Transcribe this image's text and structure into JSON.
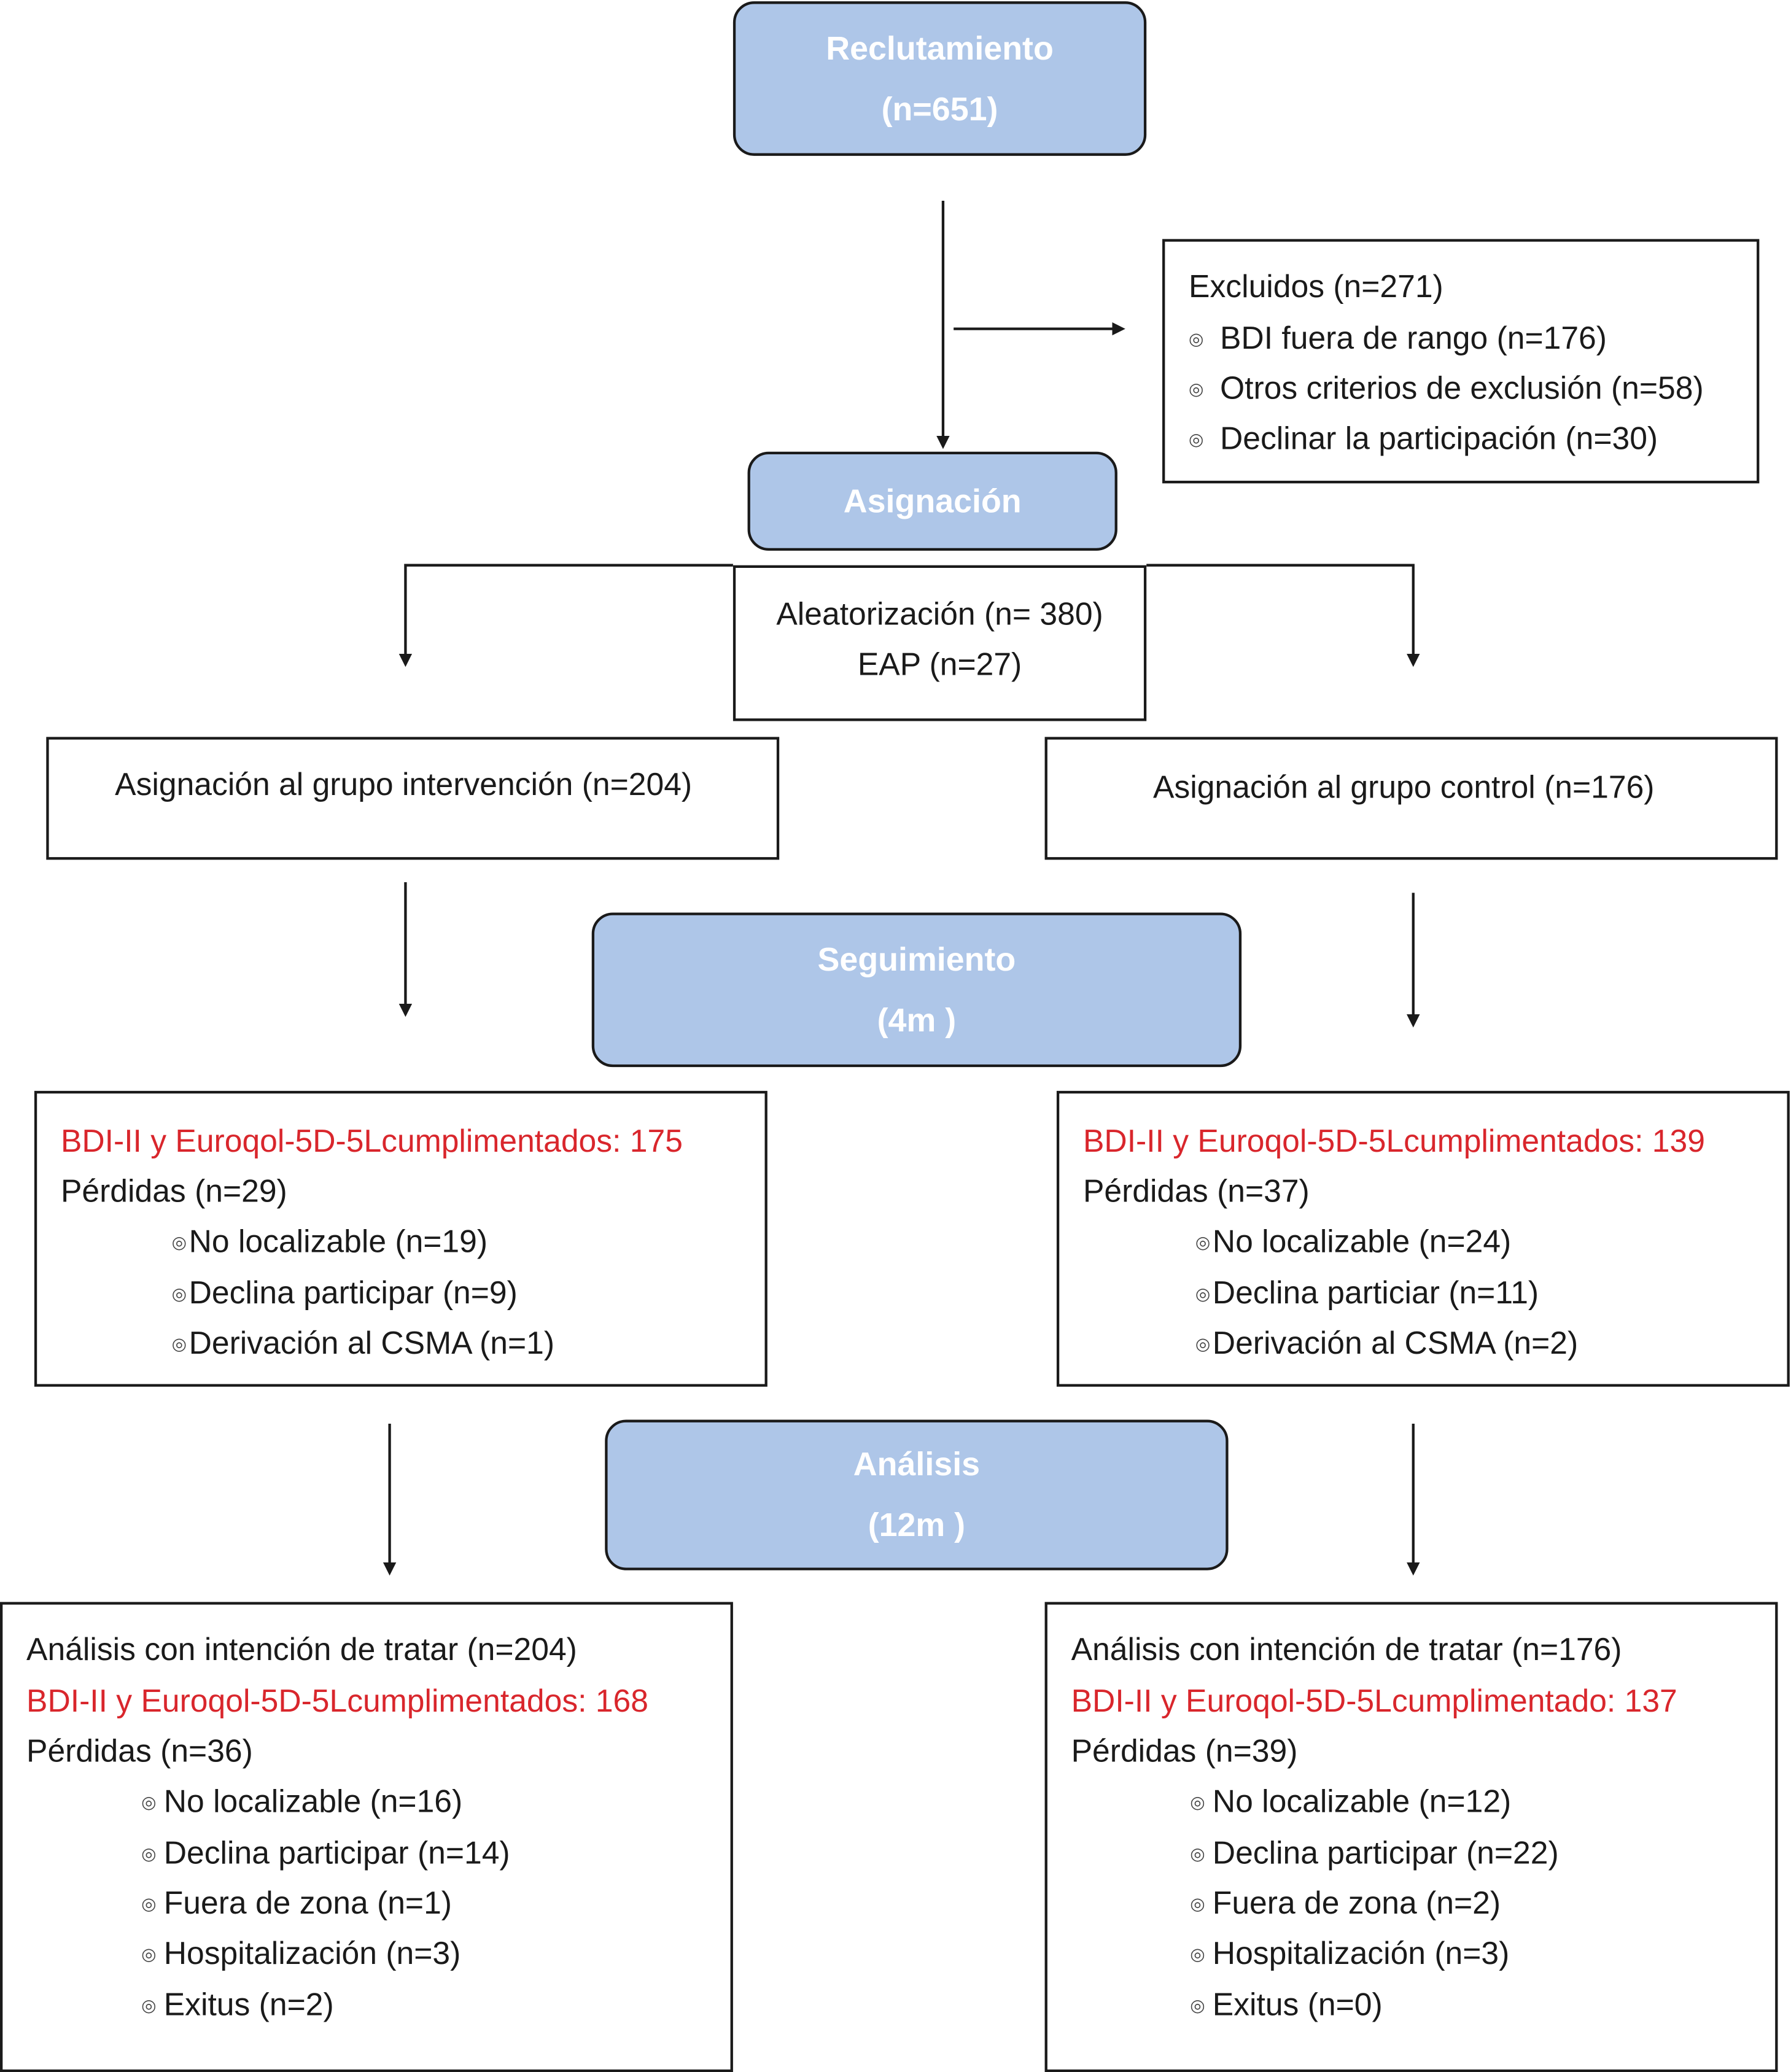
{
  "phases": {
    "recruit": {
      "title": "Reclutamiento",
      "sub": "(n=651)"
    },
    "assign": {
      "title": "Asignación"
    },
    "followup": {
      "title": "Seguimiento",
      "sub": "(4m )"
    },
    "analysis": {
      "title": "Análisis",
      "sub": "(12m )"
    }
  },
  "excluded": {
    "title": "Excluidos (n=271)",
    "items": [
      "BDI fuera de rango (n=176)",
      "Otros criterios de exclusión (n=58)",
      "Declinar la participación (n=30)"
    ]
  },
  "randomization": {
    "line1": "Aleatorización (n= 380)",
    "line2": "EAP (n=27)"
  },
  "groups": {
    "intervention": "Asignación al grupo intervención (n=204)",
    "control": "Asignación al grupo control (n=176)"
  },
  "followup_left": {
    "completed": "BDI-II y Euroqol-5D-5Lcumplimentados: 175",
    "losses": "Pérdidas (n=29)",
    "items": [
      "No localizable (n=19)",
      "Declina participar (n=9)",
      "Derivación al CSMA (n=1)"
    ]
  },
  "followup_right": {
    "completed": "BDI-II y Euroqol-5D-5Lcumplimentados: 139",
    "losses": "Pérdidas (n=37)",
    "items": [
      "No localizable (n=24)",
      "Declina particiar (n=11)",
      "Derivación al CSMA (n=2)"
    ]
  },
  "analysis_left": {
    "itt": "Análisis con intención de tratar (n=204)",
    "completed": "BDI-II y Euroqol-5D-5Lcumplimentados: 168",
    "losses": "Pérdidas (n=36)",
    "items": [
      "No localizable (n=16)",
      "Declina participar (n=14)",
      "Fuera de zona (n=1)",
      "Hospitalización (n=3)",
      "Exitus (n=2)"
    ]
  },
  "analysis_right": {
    "itt": "Análisis con intención de tratar (n=176)",
    "completed": "BDI-II y Euroqol-5D-5Lcumplimentado: 137",
    "losses": "Pérdidas (n=39)",
    "items": [
      "No localizable (n=12)",
      "Declina participar (n=22)",
      "Fuera de zona (n=2)",
      "Hospitalización (n=3)",
      "Exitus (n=0)"
    ]
  },
  "bullet_glyph": "◎",
  "colors": {
    "phase_fill": "#aec6e8",
    "highlight_text": "#d9262c"
  }
}
